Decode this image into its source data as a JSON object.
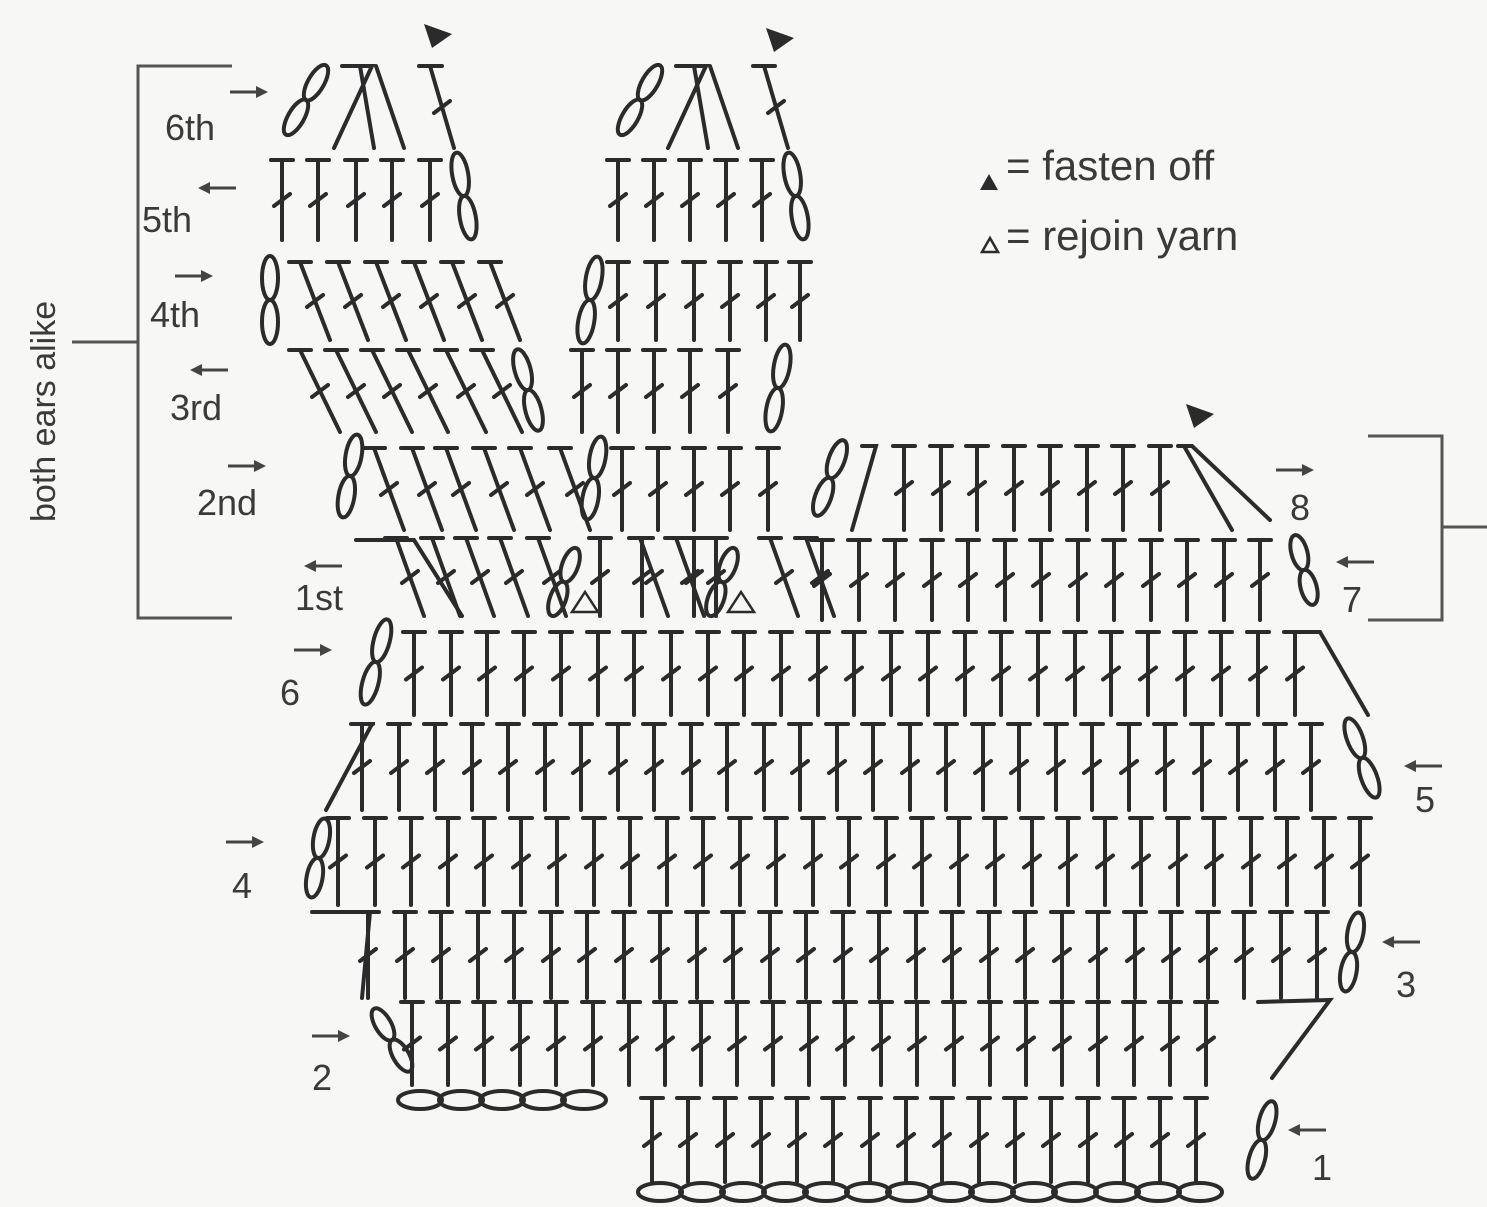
{
  "legend": [
    "= fasten off",
    "= rejoin yarn"
  ],
  "side_label": "both ears alike",
  "ear_rows": [
    "6th",
    "5th",
    "4th",
    "3rd",
    "2nd",
    "1st"
  ],
  "body_rows": [
    "1",
    "2",
    "3",
    "4",
    "5",
    "6",
    "7",
    "8"
  ],
  "colors": {
    "ink": "#2b2b2b",
    "paper": "#f7f7f5",
    "label": "#3a3a3a"
  }
}
